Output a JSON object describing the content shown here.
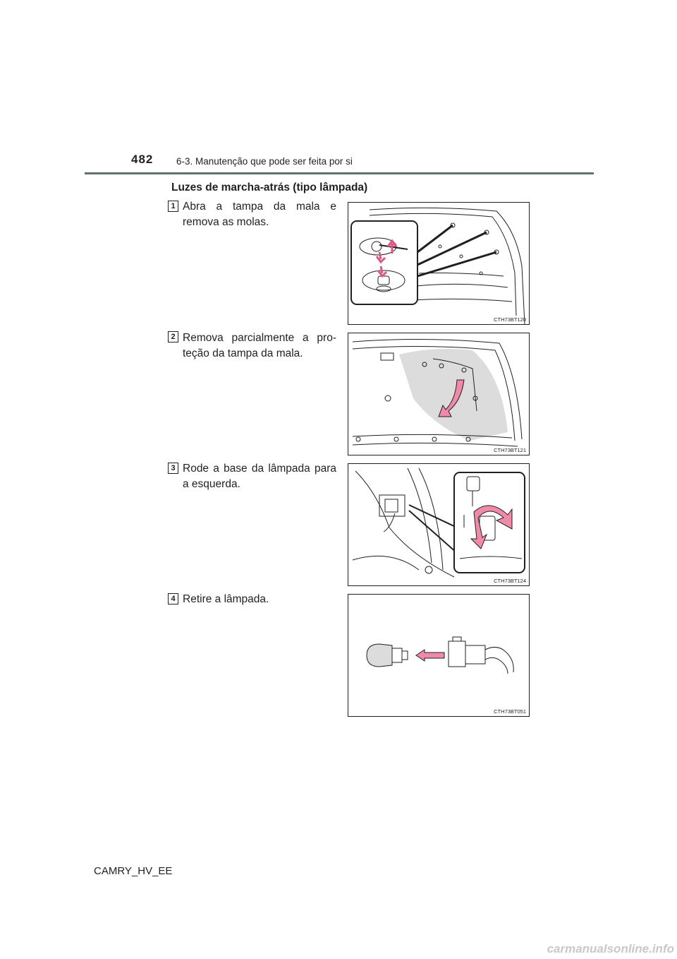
{
  "header": {
    "page_number": "482",
    "section_title": "6-3. Manutenção que pode ser feita por si"
  },
  "heading": "Luzes de marcha-atrás (tipo lâmpada)",
  "steps": [
    {
      "number": "1",
      "text": "Abra a tampa da mala e remova as molas.",
      "figure_code": "CTH73BT120"
    },
    {
      "number": "2",
      "text": "Remova parcialmente a pro-teção da tampa da mala.",
      "figure_code": "CTH73BT121"
    },
    {
      "number": "3",
      "text": "Rode a base da lâmpada para a esquerda.",
      "figure_code": "CTH73BT124"
    },
    {
      "number": "4",
      "text": "Retire a lâmpada.",
      "figure_code": "CTH73BT051"
    }
  ],
  "footer": {
    "model": "CAMRY_HV_EE"
  },
  "watermark": "carmanualsonline.info",
  "colors": {
    "arrow_pink": "#f08aa9",
    "header_rule": "#5f7272",
    "shade_gray": "#dcdcdc"
  }
}
